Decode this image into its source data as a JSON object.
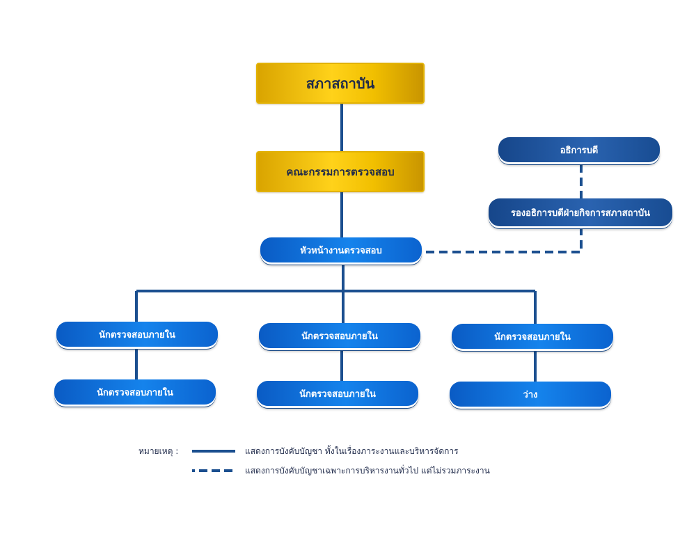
{
  "chart": {
    "top": "สภาสถาบัน",
    "committee": "คณะกรรมการตรวจสอบ",
    "head": "หัวหน้างานตรวจสอบ",
    "president": "อธิการบดี",
    "vice_president": "รองอธิการบดีฝ่ายกิจการสภาสถาบัน",
    "auditors": [
      {
        "upper": "นักตรวจสอบภายใน",
        "lower": "นักตรวจสอบภายใน"
      },
      {
        "upper": "นักตรวจสอบภายใน",
        "lower": "นักตรวจสอบภายใน"
      },
      {
        "upper": "นักตรวจสอบภายใน",
        "lower": "ว่าง"
      }
    ]
  },
  "legend": {
    "title": "หมายเหตุ :",
    "solid_text": "แสดงการบังคับบัญชา ทั้งในเรื่องภาระงานและบริหารจัดการ",
    "dashed_text": "แสดงการบังคับบัญชาเฉพาะการบริหารงานทั่วไป แต่ไม่รวมภาระงาน"
  },
  "colors": {
    "line": "#1b4f8f",
    "gold": "#ffd21a",
    "pill_blue": "#1583ec",
    "pill_dark": "#2a63b0"
  }
}
